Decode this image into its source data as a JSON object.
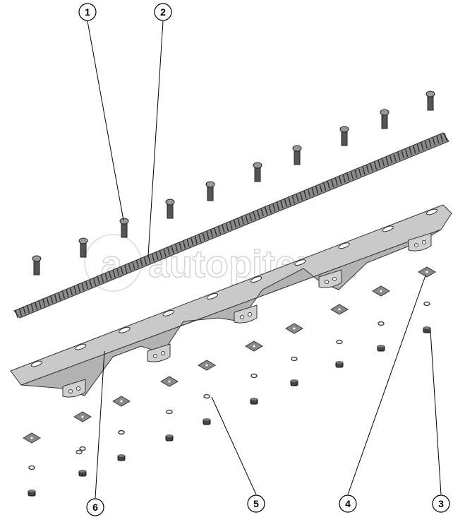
{
  "watermark": {
    "text": "autopiter.ru",
    "logo": "a"
  },
  "callouts": [
    {
      "label": "1",
      "part": "pin"
    },
    {
      "label": "2",
      "part": "rubber-strip"
    },
    {
      "label": "3",
      "part": "nut"
    },
    {
      "label": "4",
      "part": "square-plate"
    },
    {
      "label": "5",
      "part": "washer"
    },
    {
      "label": "6",
      "part": "mounting-bar"
    }
  ]
}
